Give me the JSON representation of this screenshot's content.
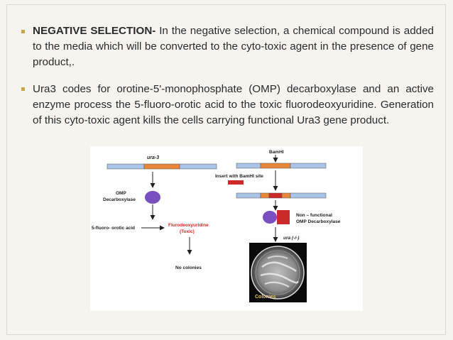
{
  "bullets": [
    {
      "heading": "NEGATIVE SELECTION-",
      "body": " In the negative selection, a chemical compound is added to the media which will be converted to the cyto-toxic agent in the presence of gene product,."
    },
    {
      "heading": "",
      "body": "Ura3 codes for orotine-5'-monophosphate (OMP) decarboxylase and an active enzyme process the 5-fluoro-orotic acid to the toxic fluorodeoxyuridine. Generation of this cyto-toxic agent kills the cells carrying functional Ura3 gene product."
    }
  ],
  "figure": {
    "left": {
      "gene_label": "ura-3",
      "enzyme_label_1": "OMP",
      "enzyme_label_2": "Decarboxylase",
      "substrate_label": "5-fluoro- orotic acid",
      "product_label_1": "Flurodeoxyuridine",
      "product_label_2": "(Toxic)",
      "outcome_label": "No colonies"
    },
    "right": {
      "site_label": "BamHI",
      "insert_label": "Insert with BamHI site",
      "enzyme_label_1": "Non – functional",
      "enzyme_label_2": "OMP  Decarboxylase",
      "genotype_label": "ura (-/-)",
      "plate_label": "Colonies"
    },
    "colors": {
      "dna_blue": "#a9c4e8",
      "dna_orange": "#e8873a",
      "insert_red": "#cc2a2a",
      "enzyme_purple": "#7a4fc0",
      "toxic_red": "#e02020"
    }
  }
}
